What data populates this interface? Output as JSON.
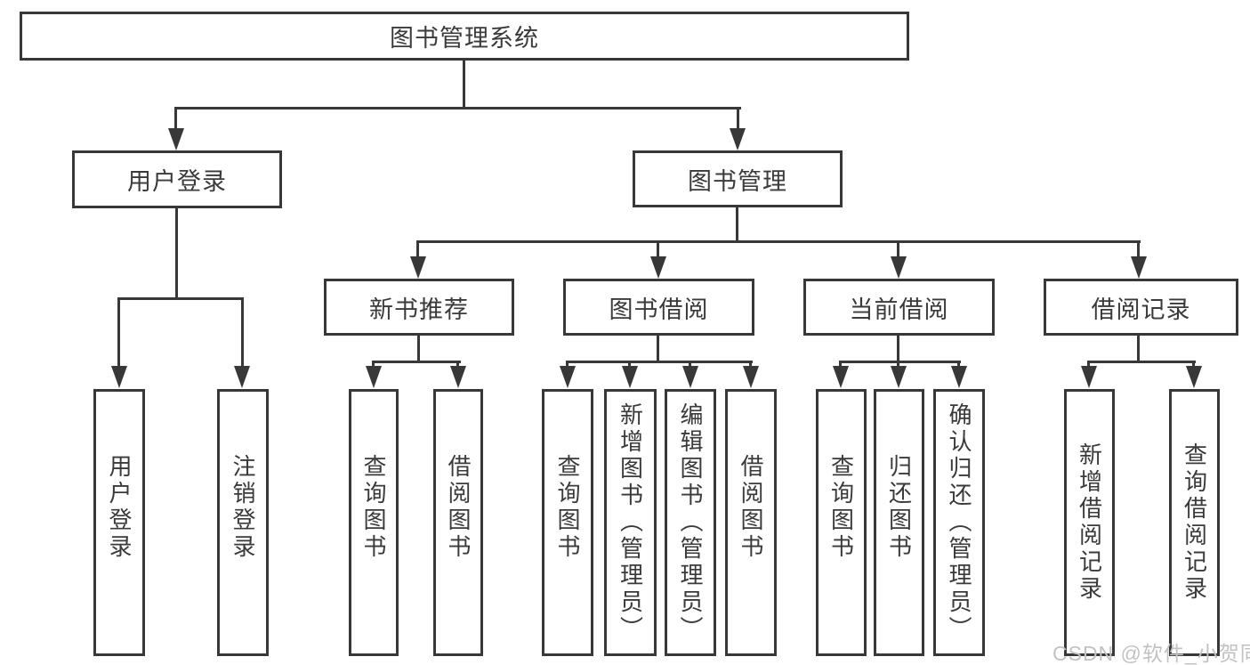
{
  "diagram": {
    "title": "图书管理系统",
    "colors": {
      "line": "#383838",
      "text": "#3a3a3a",
      "background": "#ffffff",
      "watermark": "#c2c2c2"
    },
    "nodes": {
      "root": {
        "label": "图书管理系统"
      },
      "level2": [
        {
          "label": "用户登录"
        },
        {
          "label": "图书管理"
        }
      ],
      "level3": [
        {
          "label": "新书推荐"
        },
        {
          "label": "图书借阅"
        },
        {
          "label": "当前借阅"
        },
        {
          "label": "借阅记录"
        }
      ],
      "login_children": [
        {
          "label": "用户登录"
        },
        {
          "label": "注销登录"
        }
      ],
      "new_book_children": [
        {
          "label": "查询图书"
        },
        {
          "label": "借阅图书"
        }
      ],
      "borrow_children": [
        {
          "label": "查询图书"
        },
        {
          "label": "新增图书（管理员）"
        },
        {
          "label": "编辑图书（管理员）"
        },
        {
          "label": "借阅图书"
        }
      ],
      "current_children": [
        {
          "label": "查询图书"
        },
        {
          "label": "归还图书"
        },
        {
          "label": "确认归还（管理员）"
        }
      ],
      "record_children": [
        {
          "label": "新增借阅记录"
        },
        {
          "label": "查询借阅记录"
        }
      ]
    },
    "watermark": {
      "text": "CSDN @软件_小贺同学"
    }
  }
}
